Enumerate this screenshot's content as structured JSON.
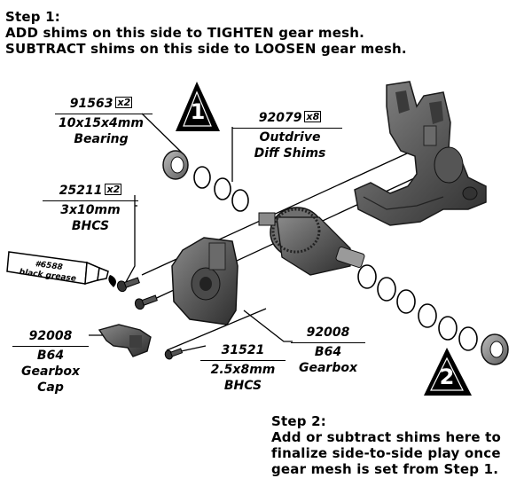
{
  "step1": {
    "title": "Step 1:",
    "line1": "ADD shims on this side to TIGHTEN gear mesh.",
    "line2": "SUBTRACT shims on this side to LOOSEN gear mesh."
  },
  "step2": {
    "title": "Step 2:",
    "line1": "Add or subtract shims here to",
    "line2": "finalize side-to-side play once",
    "line3": "gear mesh is set from Step 1."
  },
  "markers": {
    "one": "1",
    "two": "2"
  },
  "parts": {
    "bearing": {
      "number": "91563",
      "qty": "x2",
      "line1": "10x15x4mm",
      "line2": "Bearing"
    },
    "shims": {
      "number": "92079",
      "qty": "x8",
      "line1": "Outdrive",
      "line2": "Diff Shims"
    },
    "bhcs_long": {
      "number": "25211",
      "qty": "x2",
      "line1": "3x10mm",
      "line2": "BHCS"
    },
    "gearbox_cap": {
      "number": "92008",
      "line1": "B64",
      "line2": "Gearbox",
      "line3": "Cap"
    },
    "bhcs_short": {
      "number": "31521",
      "line1": "2.5x8mm",
      "line2": "BHCS"
    },
    "gearbox": {
      "number": "92008",
      "line1": "B64",
      "line2": "Gearbox"
    }
  },
  "grease": {
    "line1": "#6588",
    "line2": "black grease"
  }
}
